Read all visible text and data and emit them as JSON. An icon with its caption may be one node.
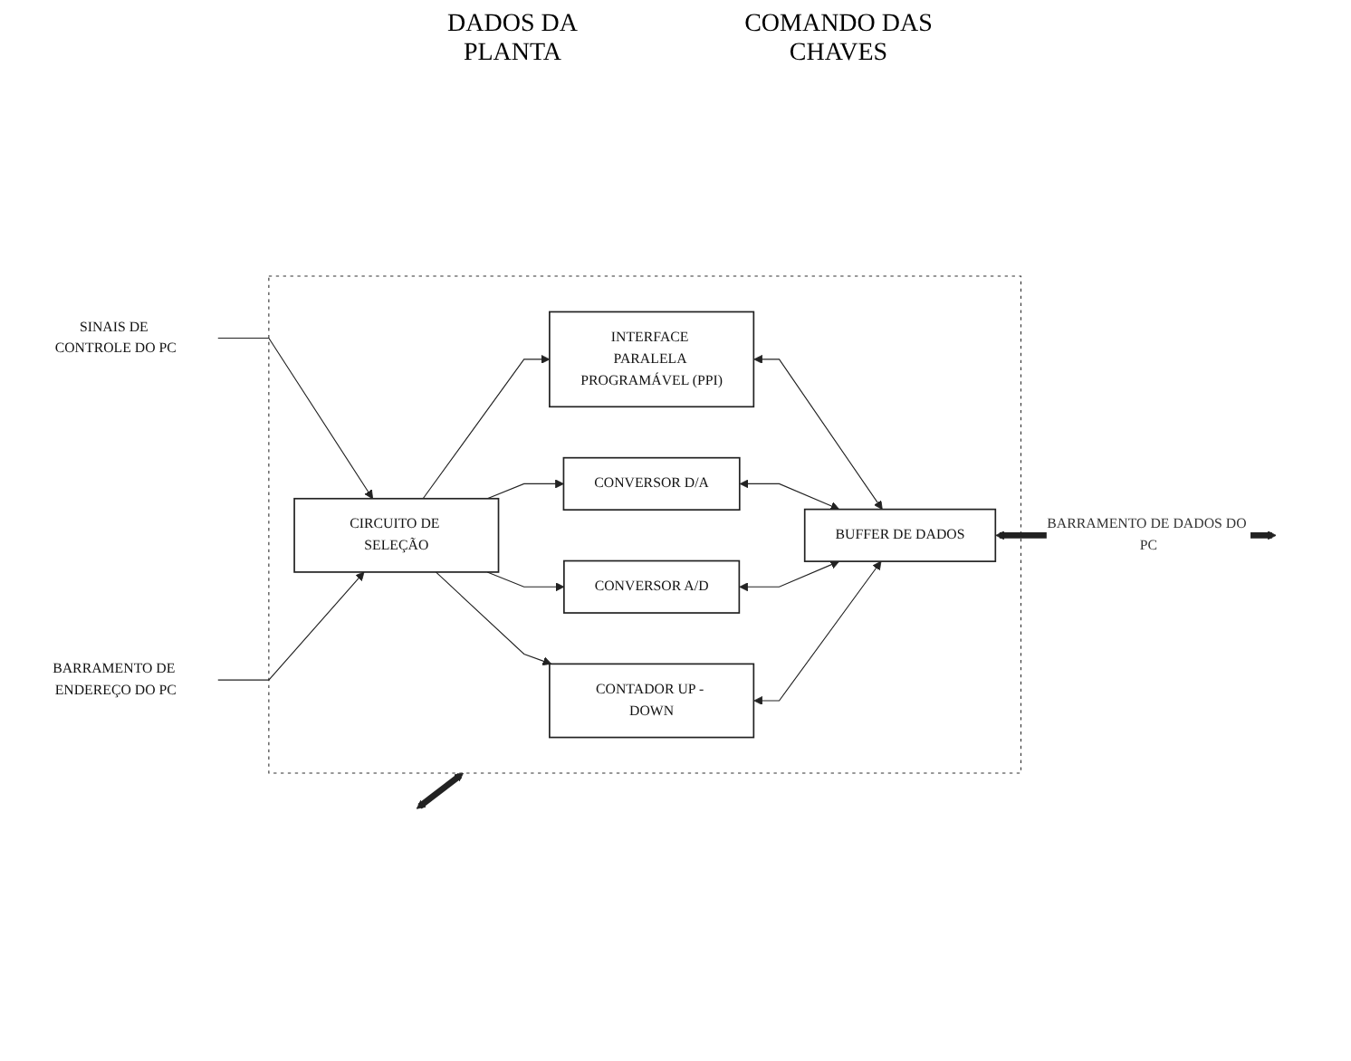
{
  "diagram": {
    "nodes": [
      {
        "text": [],
        "shape": "box"
      },
      {
        "text": [
          "CONTADOR UP - DOWN"
        ],
        "in": 0
      },
      {
        "text": [
          "CONVERSOR A/D"
        ],
        "in": 0
      },
      {
        "text": [
          "CIRCUITO DE SELEÇÃO"
        ],
        "in": 0
      },
      {
        "text": [
          "BUFFER DE DADOS"
        ],
        "in": 0
      },
      {
        "text": [
          "CONVERSOR D/A"
        ],
        "in": 0
      },
      {
        "text": [
          "INTERFACE PARALELA PROGRAMÁVEL (PPI)"
        ],
        "in": 0
      },
      {
        "text": [
          "BARRAMENTO DE ENDEREÇO DO PC"
        ]
      },
      {
        "text": [
          "SINAIS DE CONTROLE DO PC"
        ]
      }
    ],
    "edges": [
      {
        "from": 7,
        "to": 3,
        "arrow": "to"
      },
      {
        "from": 8,
        "to": 3,
        "arrow": "to"
      },
      {
        "from": 3,
        "to": 1,
        "arrow": "to"
      },
      {
        "from": 3,
        "to": 2,
        "arrow": "to"
      },
      {
        "from": 3,
        "to": 5,
        "arrow": "to"
      },
      {
        "from": 3,
        "to": 6,
        "arrow": "to"
      },
      {
        "from": 4,
        "to": 1,
        "arrow": "both"
      },
      {
        "from": 4,
        "to": 2,
        "arrow": "both"
      },
      {
        "from": 4,
        "to": 5,
        "arrow": "both"
      },
      {
        "from": 4,
        "to": 6,
        "arrow": "both"
      },
      {
        "from": 4,
        "to": null,
        "arrow": "both",
        "style": "thick",
        "label": "BARRAMENTO DE DADOS DO PC"
      },
      {
        "from": null,
        "to": 0,
        "arrow": "both",
        "style": "thick"
      }
    ],
    "labels": [
      "DADOS DA PLANTA",
      "COMANDO DAS CHAVES"
    ]
  }
}
